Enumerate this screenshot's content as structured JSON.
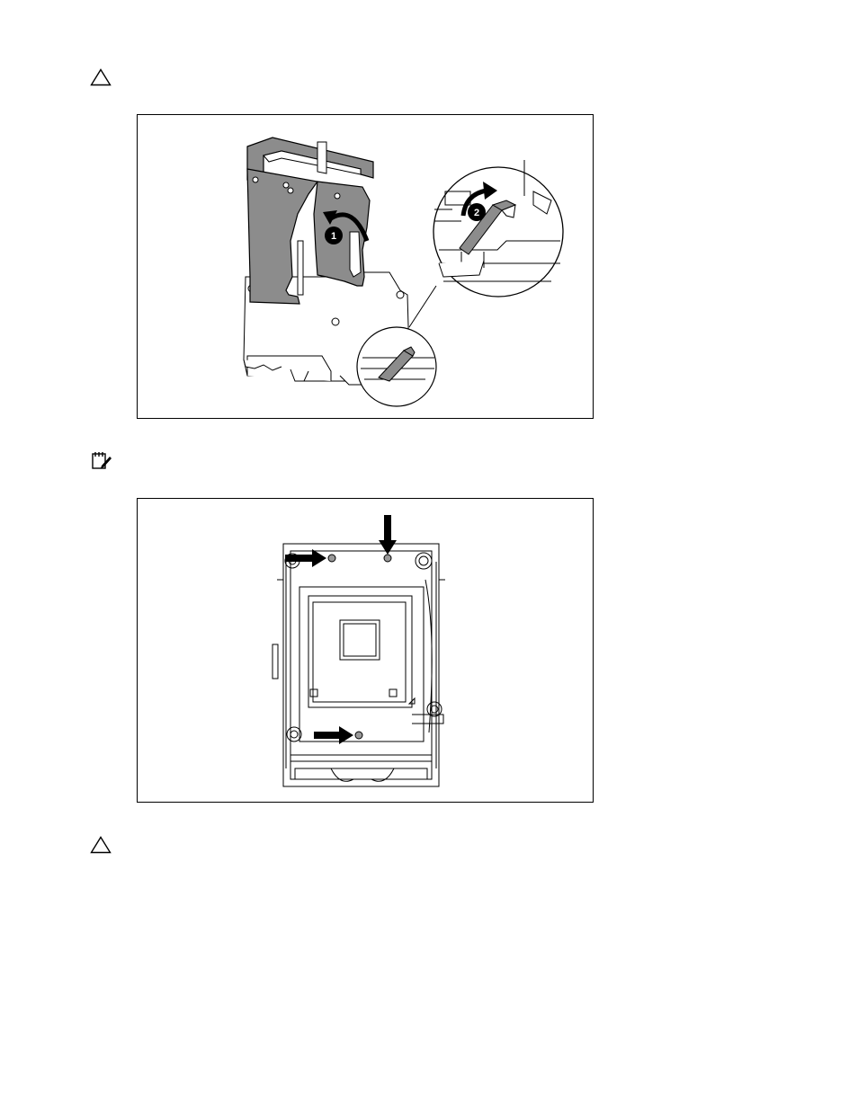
{
  "page": {
    "notices": [
      {
        "kind": "caution",
        "icon": "caution-triangle-icon"
      },
      {
        "kind": "important",
        "icon": "important-notepad-icon"
      },
      {
        "kind": "caution",
        "icon": "caution-triangle-icon"
      }
    ]
  },
  "figures": {
    "retention_bracket": {
      "callouts": [
        "1",
        "2"
      ],
      "fill_color": "#8c8c8c",
      "line_color": "#000000"
    },
    "processor_socket": {
      "arrow_count": 3,
      "pin_color": "#9a9a9a"
    }
  }
}
